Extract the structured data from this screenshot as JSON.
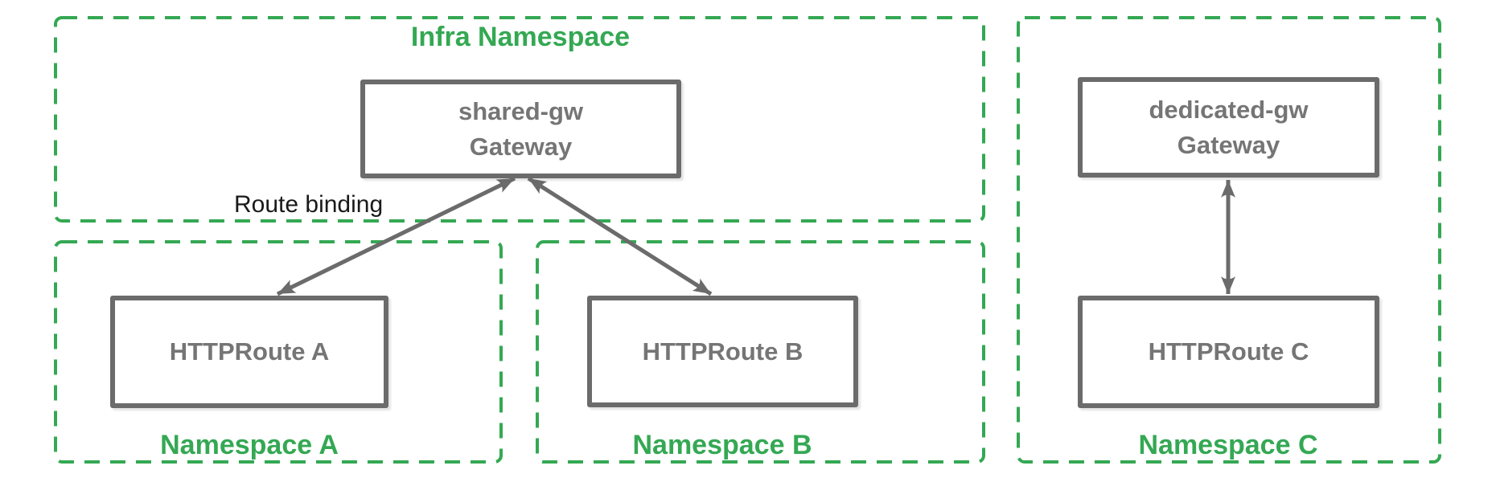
{
  "namespaces": {
    "infra": {
      "label": "Infra Namespace"
    },
    "a": {
      "label": "Namespace A"
    },
    "b": {
      "label": "Namespace B"
    },
    "c": {
      "label": "Namespace C"
    }
  },
  "nodes": {
    "shared_gw": {
      "line1": "shared-gw",
      "line2": "Gateway"
    },
    "dedicated_gw": {
      "line1": "dedicated-gw",
      "line2": "Gateway"
    },
    "route_a": {
      "label": "HTTPRoute A"
    },
    "route_b": {
      "label": "HTTPRoute B"
    },
    "route_c": {
      "label": "HTTPRoute C"
    }
  },
  "annotations": {
    "route_binding": "Route binding"
  },
  "edges": [
    {
      "from": "route_a",
      "to": "shared_gw",
      "bidirectional": true
    },
    {
      "from": "route_b",
      "to": "shared_gw",
      "bidirectional": true
    },
    {
      "from": "route_c",
      "to": "dedicated_gw",
      "bidirectional": true
    }
  ],
  "colors": {
    "green": "#34A853",
    "gray": "#6b6b6b",
    "box_text": "#757575",
    "annotation": "#1a1a1a"
  }
}
